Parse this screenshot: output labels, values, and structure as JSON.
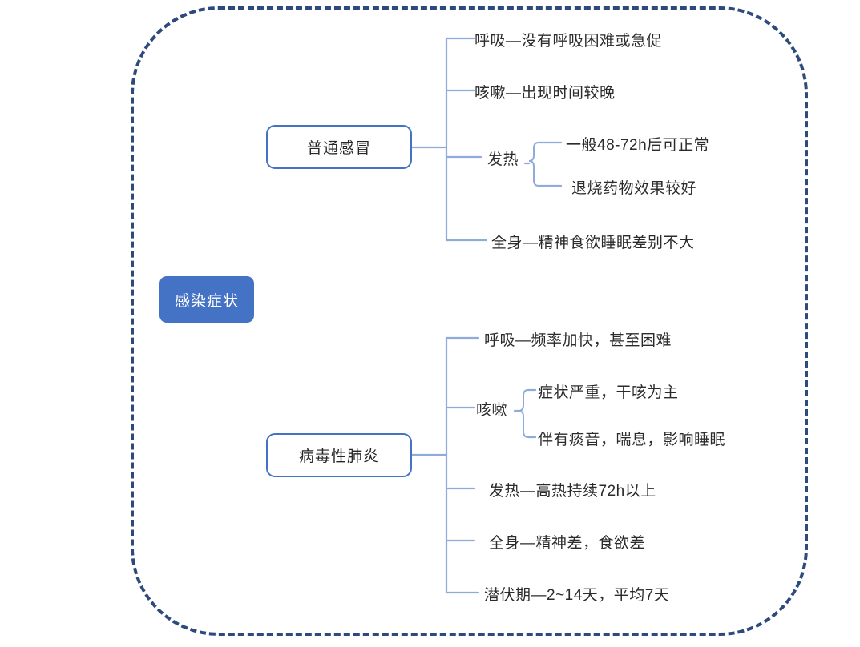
{
  "diagram": {
    "type": "mindmap",
    "frame": {
      "style": "dashed-rounded-rectangle",
      "color": "#2e4a7d"
    },
    "root": {
      "label": "感染症状",
      "fill": "#4472c4",
      "text_color": "#ffffff"
    },
    "branches": [
      {
        "id": "common-cold",
        "label": "普通感冒",
        "border_color": "#4472c4",
        "items": [
          {
            "id": "cold-breath",
            "label": "呼吸—没有呼吸困难或急促",
            "children": []
          },
          {
            "id": "cold-cough",
            "label": "咳嗽—出现时间较晚",
            "children": []
          },
          {
            "id": "cold-fever",
            "label": "发热",
            "children": [
              {
                "id": "cold-fever-1",
                "label": "一般48-72h后可正常"
              },
              {
                "id": "cold-fever-2",
                "label": "退烧药物效果较好"
              }
            ]
          },
          {
            "id": "cold-systemic",
            "label": "全身—精神食欲睡眠差别不大",
            "children": []
          }
        ]
      },
      {
        "id": "viral-pneumonia",
        "label": "病毒性肺炎",
        "border_color": "#4472c4",
        "items": [
          {
            "id": "pneu-breath",
            "label": "呼吸—频率加快，甚至困难",
            "children": []
          },
          {
            "id": "pneu-cough",
            "label": "咳嗽",
            "children": [
              {
                "id": "pneu-cough-1",
                "label": "症状严重，干咳为主"
              },
              {
                "id": "pneu-cough-2",
                "label": "伴有痰音，喘息，影响睡眠"
              }
            ]
          },
          {
            "id": "pneu-fever",
            "label": "发热—高热持续72h以上",
            "children": []
          },
          {
            "id": "pneu-systemic",
            "label": "全身—精神差，食欲差",
            "children": []
          },
          {
            "id": "pneu-incubation",
            "label": "潜伏期—2~14天，平均7天",
            "children": []
          }
        ]
      }
    ],
    "colors": {
      "accent": "#4472c4",
      "frame": "#2e4a7d",
      "connector": "#8fabdb",
      "text": "#2b2b2b"
    }
  }
}
